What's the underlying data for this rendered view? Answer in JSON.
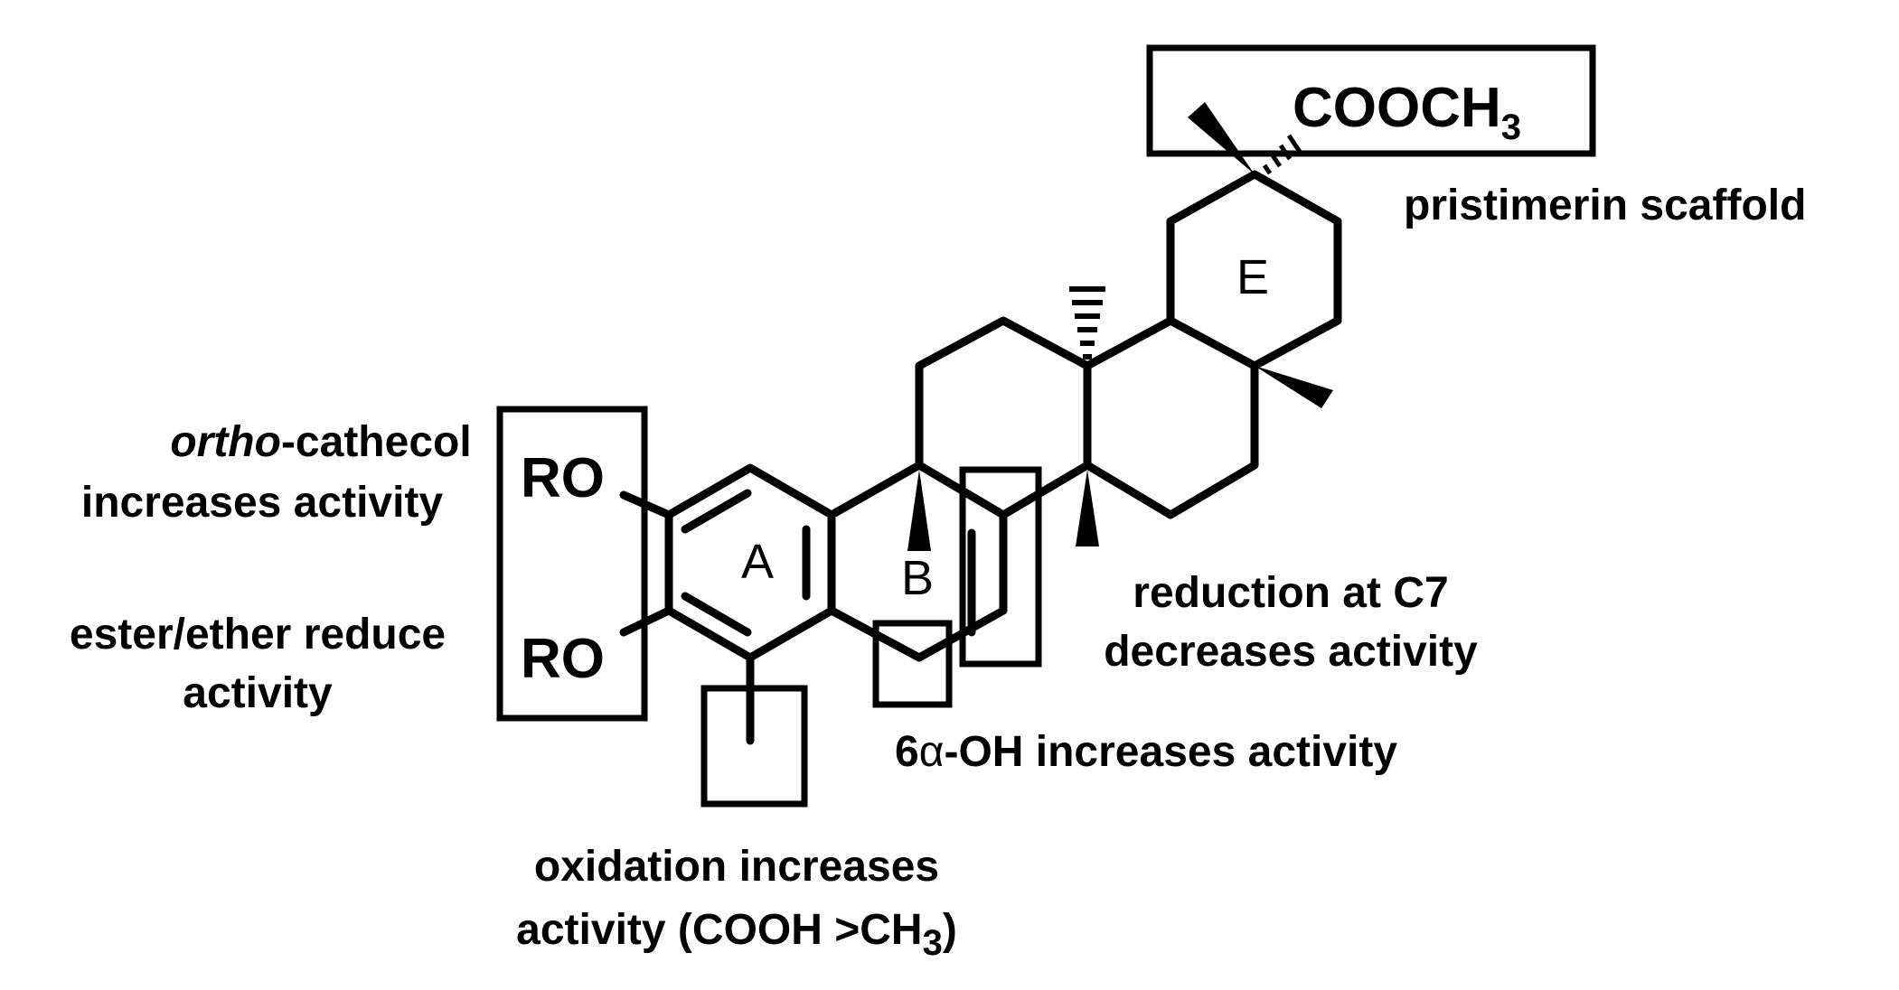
{
  "rings": {
    "a": "A",
    "b": "B",
    "e": "E"
  },
  "groups": {
    "ro_top": "RO",
    "ro_bottom": "RO",
    "ester_main": "COOCH",
    "ester_sub": "3"
  },
  "annotations": {
    "scaffold": "pristimerin scaffold",
    "catechol_italic": "ortho",
    "catechol_rest": "-cathecol",
    "catechol_line2": "increases activity",
    "ester_line1": "ester/ether reduce",
    "ester_line2": "activity",
    "reduction_line1": "reduction at C7",
    "reduction_line2": "decreases activity",
    "hydroxy_prefix": "6",
    "hydroxy_alpha": "α",
    "hydroxy_suffix": "-OH increases activity",
    "oxidation_line1": "oxidation increases",
    "oxidation_line2_main": "activity (COOH >CH",
    "oxidation_line2_sub": "3",
    "oxidation_line2_end": ")"
  }
}
